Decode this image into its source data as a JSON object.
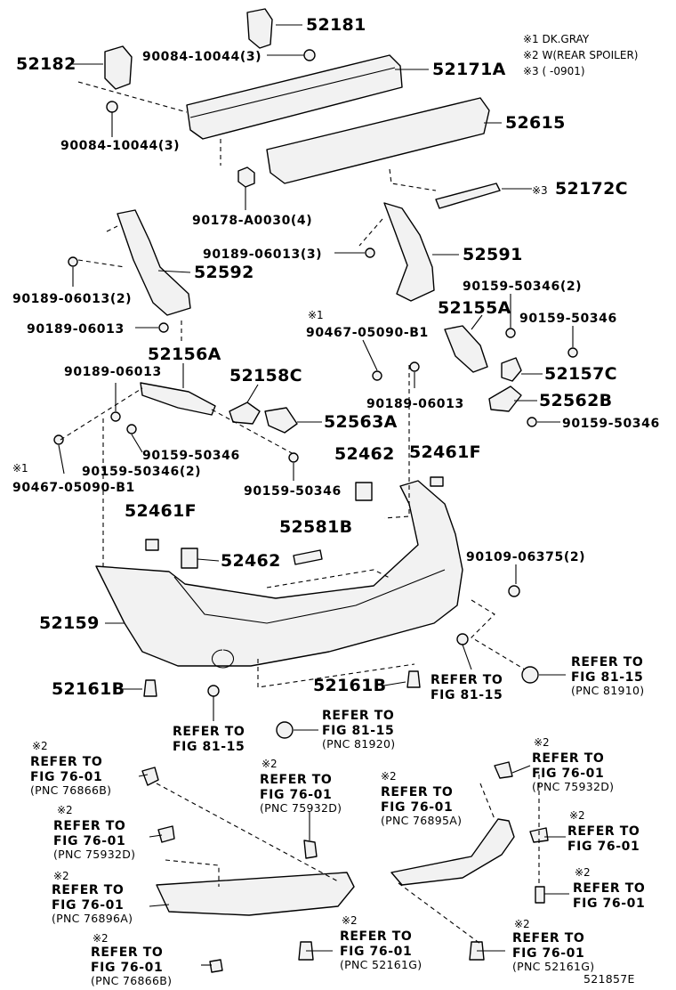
{
  "legend": {
    "n1": "※1 DK.GRAY",
    "n2": "※2 W(REAR SPOILER)",
    "n3": "※3 (      -0901)"
  },
  "labels": {
    "p52181": "52181",
    "p52182": "52182",
    "p9008410044_a": "90084-10044(3)",
    "p52171A": "52171A",
    "p9008410044_b": "90084-10044(3)",
    "p52615": "52615",
    "p90178A0030": "90178-A0030(4)",
    "p52172C_mark": "※3",
    "p52172C": "52172C",
    "p9018906013_3": "90189-06013(3)",
    "p52591": "52591",
    "p52592": "52592",
    "p9018906013_2": "90189-06013(2)",
    "p9018906013_a": "90189-06013",
    "p9015950346_2a": "90159-50346(2)",
    "p52155A": "52155A",
    "p9046705090B1_mark_a": "※1",
    "p9046705090B1_a": "90467-05090-B1",
    "p9015950346_a": "90159-50346",
    "p52157C": "52157C",
    "p52156A": "52156A",
    "p9018906013_b": "90189-06013",
    "p52158C": "52158C",
    "p9018906013_c": "90189-06013",
    "p52562B": "52562B",
    "p52563A": "52563A",
    "p9015950346_b": "90159-50346",
    "p9015950346_c": "90159-50346",
    "p9015950346_2b": "90159-50346(2)",
    "p9046705090B1_mark_b": "※1",
    "p9046705090B1_b": "90467-05090-B1",
    "p52462_a": "52462",
    "p52461F_a": "52461F",
    "p9015950346_d": "90159-50346",
    "p52461F_b": "52461F",
    "p52581B": "52581B",
    "p52462_b": "52462",
    "p9010906375": "90109-06375(2)",
    "p52159": "52159",
    "p52161B_a": "52161B",
    "p52161B_b": "52161B"
  },
  "refs": {
    "r1": {
      "l1": "REFER TO",
      "l2": "FIG 81-15",
      "l3": "(PNC 81910)"
    },
    "r2": {
      "l1": "REFER TO",
      "l2": "FIG 81-15"
    },
    "r3": {
      "l1": "REFER TO",
      "l2": "FIG 81-15"
    },
    "r4": {
      "l1": "REFER TO",
      "l2": "FIG 81-15",
      "l3": "(PNC 81920)"
    },
    "s1": {
      "m": "※2",
      "l1": "REFER TO",
      "l2": "FIG 76-01",
      "l3": "(PNC 76866B)"
    },
    "s2": {
      "m": "※2",
      "l1": "REFER TO",
      "l2": "FIG 76-01",
      "l3": "(PNC 75932D)"
    },
    "s3": {
      "m": "※2",
      "l1": "REFER TO",
      "l2": "FIG 76-01",
      "l3": "(PNC 75932D)"
    },
    "s4": {
      "m": "※2",
      "l1": "REFER TO",
      "l2": "FIG 76-01",
      "l3": "(PNC 76896A)"
    },
    "s5": {
      "m": "※2",
      "l1": "REFER TO",
      "l2": "FIG 76-01",
      "l3": "(PNC 76866B)"
    },
    "s6": {
      "m": "※2",
      "l1": "REFER TO",
      "l2": "FIG 76-01",
      "l3": "(PNC 76895A)"
    },
    "s7": {
      "m": "※2",
      "l1": "REFER TO",
      "l2": "FIG 76-01",
      "l3": "(PNC 75932D)"
    },
    "s8": {
      "m": "※2",
      "l1": "REFER TO",
      "l2": "FIG 76-01"
    },
    "s9": {
      "m": "※2",
      "l1": "REFER TO",
      "l2": "FIG 76-01"
    },
    "s10": {
      "m": "※2",
      "l1": "REFER TO",
      "l2": "FIG 76-01",
      "l3": "(PNC 52161G)"
    },
    "s11": {
      "m": "※2",
      "l1": "REFER TO",
      "l2": "FIG 76-01",
      "l3": "(PNC 52161G)"
    }
  },
  "figure_id": "521857E"
}
